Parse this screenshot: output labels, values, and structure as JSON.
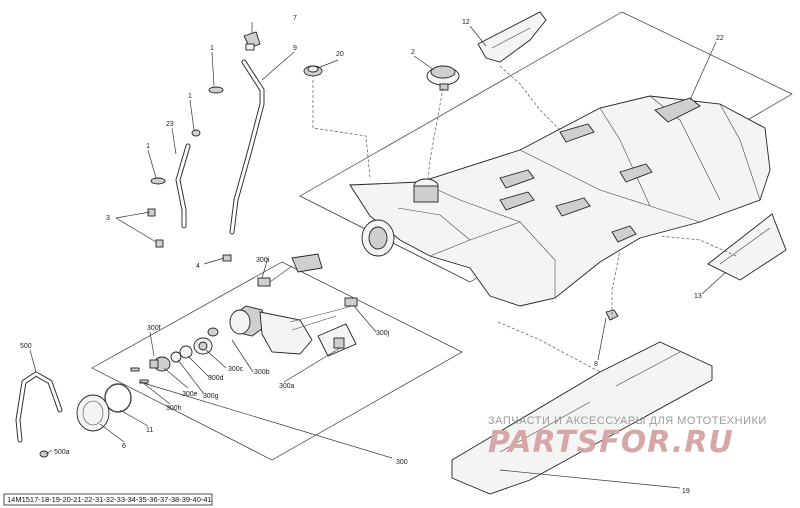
{
  "drawing_code": "14M1517-18-19-20-21-22-31-32-33-34-35-36-37-38-39-40-41",
  "watermark": {
    "top_text": "ЗАПЧАСТИ И АКСЕССУАРЫ ДЛЯ МОТОТЕХНИКИ",
    "brand_text": "PARTSFOR.RU"
  },
  "callouts": {
    "c1a": "1",
    "c1b": "1",
    "c1c": "1",
    "c2": "2",
    "c3": "3",
    "c4": "4",
    "c6": "6",
    "c7": "7",
    "c8": "8",
    "c9": "9",
    "c11": "11",
    "c12": "12",
    "c13": "13",
    "c19": "19",
    "c20": "20",
    "c22": "22",
    "c23": "23",
    "c300": "300",
    "c300a": "300a",
    "c300b": "300b",
    "c300c": "300c",
    "c300d": "300d",
    "c300e": "300e",
    "c300f": "300f",
    "c300g": "300g",
    "c300h": "300h",
    "c300i": "300i",
    "c300j": "300j",
    "c500": "500",
    "c500a": "500a"
  }
}
